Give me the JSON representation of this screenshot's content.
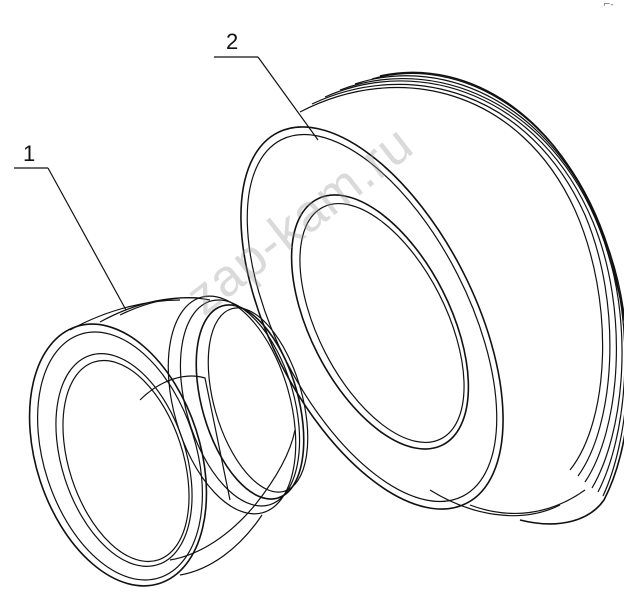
{
  "callouts": {
    "part_1": "1",
    "part_2": "2"
  },
  "watermark": "zap-kam.ru",
  "corner_mark": "⌐-",
  "colors": {
    "line": "#111111",
    "background": "#ffffff",
    "watermark": "#969696"
  }
}
